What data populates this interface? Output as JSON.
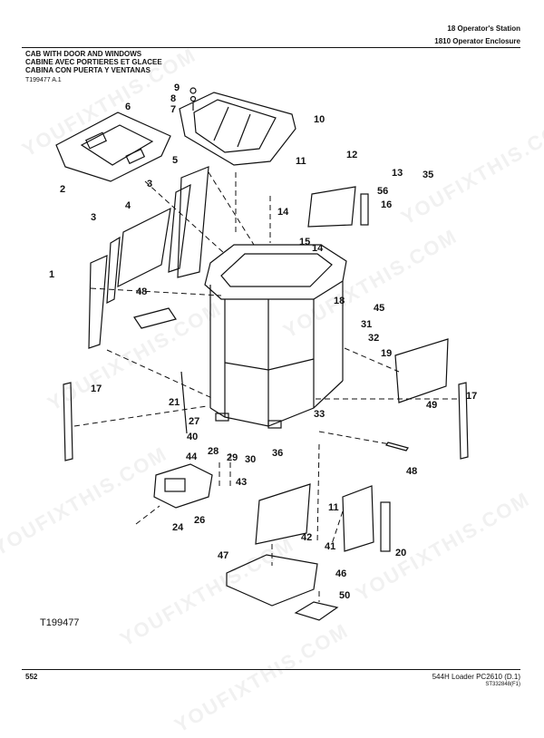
{
  "header": {
    "section": "18 Operator's Station",
    "group": "1810 Operator Enclosure"
  },
  "titles": [
    "CAB WITH DOOR AND WINDOWS",
    "CABINE AVEC PORTIERES ET GLACEE",
    "CABINA CON PUERTA Y VENTANAS"
  ],
  "figure_ref_top": "T199477 A.1",
  "figure_label": "T199477",
  "footer": {
    "page": "552",
    "model": "544H Loader   PC2610   (D.1)",
    "doc": "ST332848(F1)"
  },
  "watermark": "YOUFIXTHIS.COM",
  "callouts": [
    "9",
    "8",
    "7",
    "6",
    "10",
    "5",
    "2",
    "11",
    "12",
    "13",
    "35",
    "3",
    "3",
    "4",
    "56",
    "16",
    "14",
    "15",
    "14",
    "1",
    "48",
    "18",
    "45",
    "31",
    "32",
    "19",
    "17",
    "49",
    "21",
    "27",
    "33",
    "40",
    "17",
    "28",
    "29",
    "30",
    "36",
    "44",
    "43",
    "48",
    "11",
    "24",
    "26",
    "42",
    "41",
    "20",
    "47",
    "46",
    "50"
  ]
}
